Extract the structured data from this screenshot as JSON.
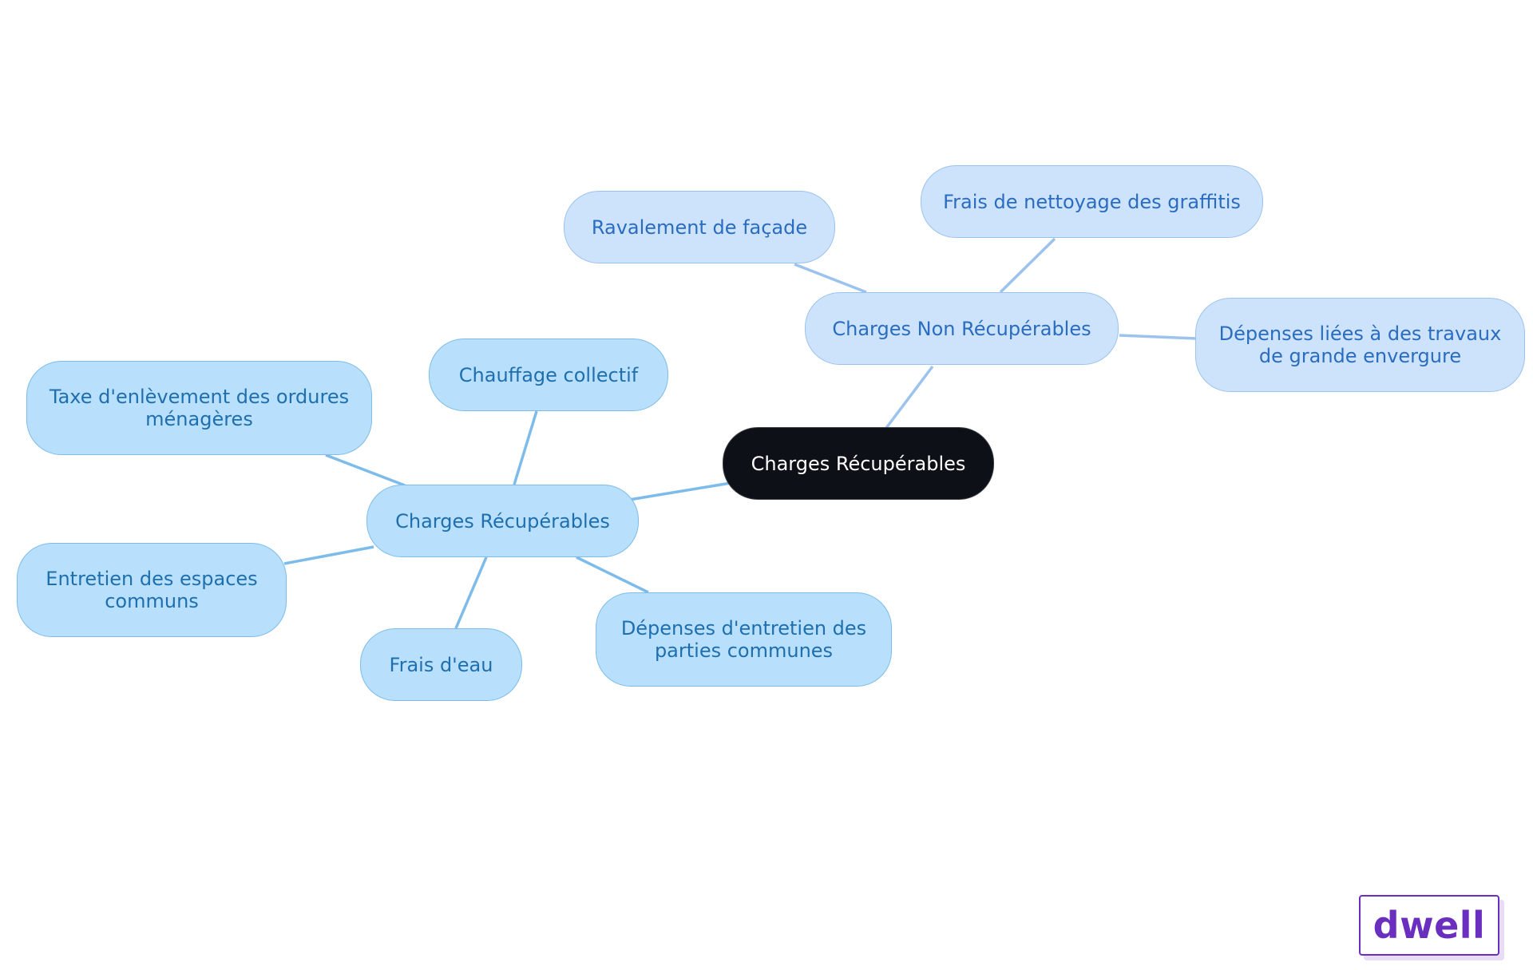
{
  "diagram": {
    "root": {
      "label": "Charges Récupérables"
    },
    "branches": {
      "recuperables": {
        "label": "Charges Récupérables",
        "children": [
          "Chauffage collectif",
          "Taxe d'enlèvement des ordures ménagères",
          "Entretien des espaces communs",
          "Frais d'eau",
          "Dépenses d'entretien des parties communes"
        ]
      },
      "non_recuperables": {
        "label": "Charges Non Récupérables",
        "children": [
          "Ravalement de façade",
          "Frais de nettoyage des graffitis",
          "Dépenses liées à des travaux de grande envergure"
        ]
      }
    }
  },
  "brand": {
    "logo_text": "dwell"
  },
  "colors": {
    "root_bg": "#0d1117",
    "root_text": "#ffffff",
    "left_fill": "#b8e0fc",
    "left_stroke": "#7dbcea",
    "left_text": "#1f6fae",
    "right_fill": "#cde3fb",
    "right_stroke": "#9cc3ee",
    "right_text": "#2a6cc0",
    "brand_accent": "#6b2fc0"
  }
}
